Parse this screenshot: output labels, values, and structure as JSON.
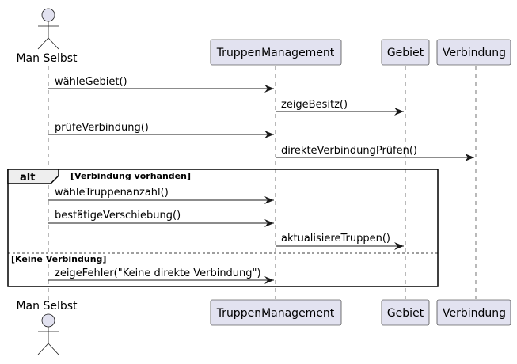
{
  "actor": {
    "name": "Man Selbst"
  },
  "participants": [
    {
      "id": "tm",
      "name": "TruppenManagement"
    },
    {
      "id": "gebiet",
      "name": "Gebiet"
    },
    {
      "id": "verbindung",
      "name": "Verbindung"
    }
  ],
  "messages": [
    {
      "from": "actor",
      "to": "tm",
      "label": "wähleGebiet()"
    },
    {
      "from": "tm",
      "to": "gebiet",
      "label": "zeigeBesitz()"
    },
    {
      "from": "actor",
      "to": "tm",
      "label": "prüfeVerbindung()"
    },
    {
      "from": "tm",
      "to": "verbindung",
      "label": "direkteVerbindungPrüfen()"
    },
    {
      "from": "actor",
      "to": "tm",
      "label": "wähleTruppenanzahl()"
    },
    {
      "from": "actor",
      "to": "tm",
      "label": "bestätigeVerschiebung()"
    },
    {
      "from": "tm",
      "to": "gebiet",
      "label": "aktualisiereTruppen()"
    },
    {
      "from": "actor",
      "to": "tm",
      "label": "zeigeFehler(\"Keine direkte Verbindung\")"
    }
  ],
  "fragment": {
    "keyword": "alt",
    "guard1": "[Verbindung vorhanden]",
    "guard2": "[Keine Verbindung]"
  },
  "colors": {
    "participant_fill": "#E2E2F0",
    "participant_border": "#181818",
    "lifeline": "#181818",
    "arrow": "#181818",
    "fragment_header": "#EEEEEE"
  }
}
